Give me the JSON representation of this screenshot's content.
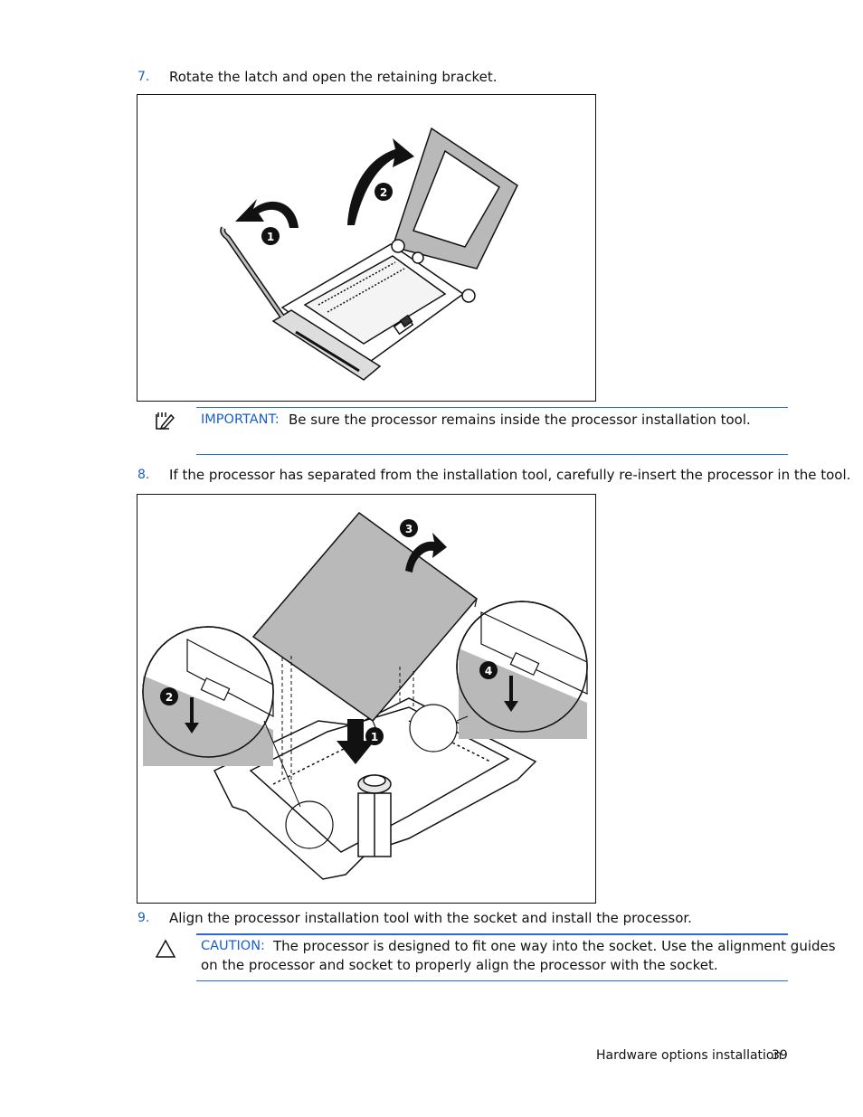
{
  "steps": [
    {
      "number": "7.",
      "text": "Rotate the latch and open the retaining bracket."
    },
    {
      "number": "8.",
      "text": "If the processor has separated from the installation tool, carefully re-insert the processor in the tool."
    },
    {
      "number": "9.",
      "text": "Align the processor installation tool with the socket and install the processor."
    }
  ],
  "important_note": {
    "label": "IMPORTANT:",
    "text": "Be sure the processor remains inside the processor installation tool.",
    "icon": "pencil-note-icon"
  },
  "caution_note": {
    "label": "CAUTION:",
    "line1": "The processor is designed to fit one way into the socket. Use the alignment guides",
    "line2": "on the processor and socket to properly align the processor with the socket.",
    "icon": "warning-triangle-icon"
  },
  "figure1": {
    "callouts": [
      "1",
      "2"
    ]
  },
  "figure2": {
    "callouts": [
      "1",
      "2",
      "3",
      "4"
    ]
  },
  "footer": {
    "section": "Hardware options installation",
    "page": "39"
  },
  "colors": {
    "accent": "#1a5fc8",
    "rule": "#2a6bd4",
    "part_gray": "#b9b9b9"
  }
}
